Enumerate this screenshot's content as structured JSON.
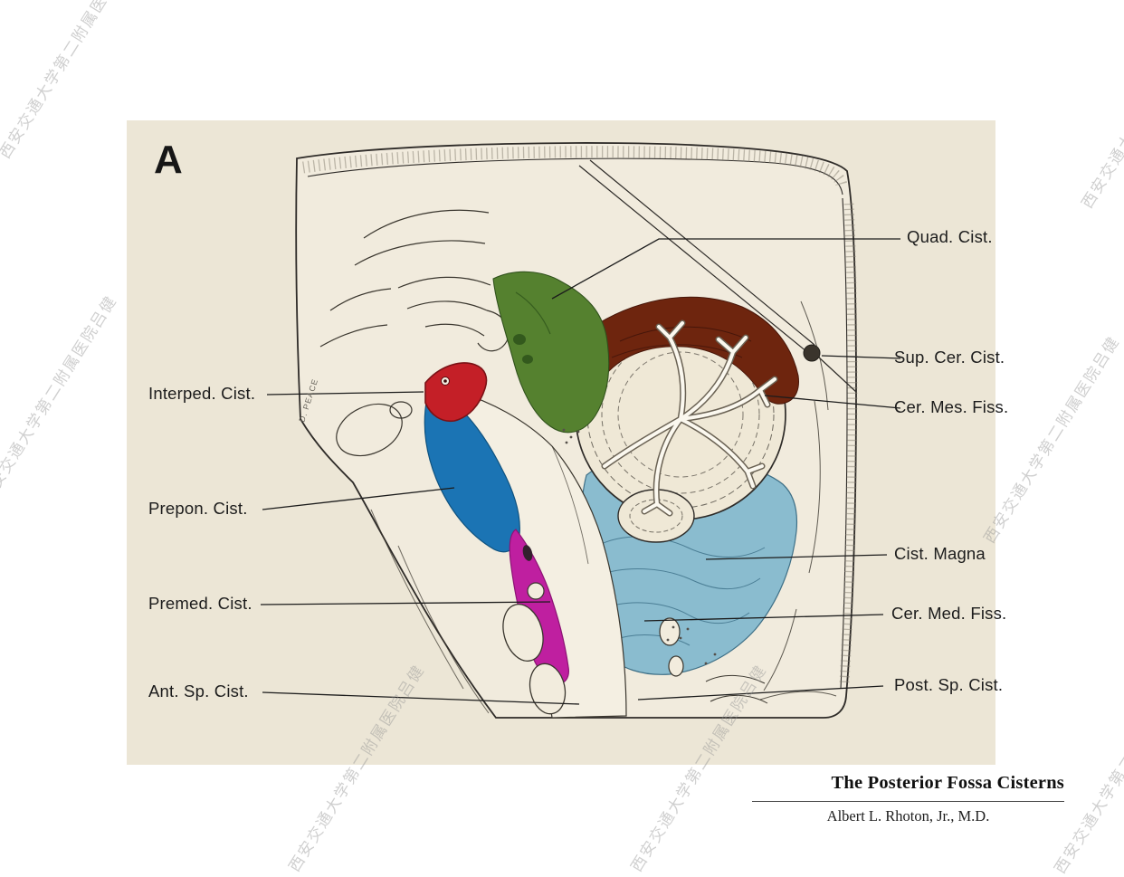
{
  "figure": {
    "panel_letter": "A",
    "title": "The Posterior Fossa Cisterns",
    "author": "Albert L. Rhoton, Jr., M.D.",
    "signature": "D. PEACE",
    "watermark": "西安交通大学第二附属医院吕健"
  },
  "labels": {
    "left": [
      {
        "id": "interped",
        "text": "Interped. Cist."
      },
      {
        "id": "prepon",
        "text": "Prepon. Cist."
      },
      {
        "id": "premed",
        "text": "Premed. Cist."
      },
      {
        "id": "antsp",
        "text": "Ant. Sp. Cist."
      }
    ],
    "right": [
      {
        "id": "quad",
        "text": "Quad. Cist."
      },
      {
        "id": "supcer",
        "text": "Sup. Cer. Cist."
      },
      {
        "id": "cermes",
        "text": "Cer. Mes. Fiss."
      },
      {
        "id": "magna",
        "text": "Cist. Magna"
      },
      {
        "id": "cermed",
        "text": "Cer. Med. Fiss."
      },
      {
        "id": "postsp",
        "text": "Post. Sp. Cist."
      }
    ]
  },
  "colors": {
    "panel_background": "#ece6d6",
    "line": "#2e2b28",
    "quadrigeminal_green": "#55812f",
    "cerebellomesencephalic_maroon": "#6e250e",
    "interpeduncular_red": "#c41f27",
    "prepontine_blue": "#1b74b4",
    "premedullary_magenta": "#bf1fa0",
    "cisterna_magna_blue": "#8abccf"
  }
}
